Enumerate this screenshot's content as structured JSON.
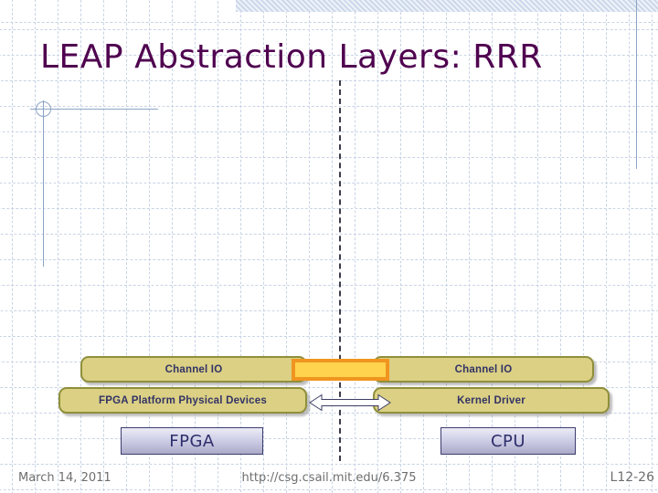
{
  "slide": {
    "title": "LEAP Abstraction Layers: RRR"
  },
  "diagram": {
    "fpga_side": {
      "channel_io": "Channel IO",
      "platform_layer": "FPGA Platform Physical Devices",
      "hardware": "FPGA"
    },
    "cpu_side": {
      "channel_io": "Channel IO",
      "platform_layer": "Kernel Driver",
      "hardware": "CPU"
    },
    "icons": {
      "platform_link": "bidirectional-arrow",
      "channel_link": "highlighted-bus-connector"
    }
  },
  "footer": {
    "date": "March 14, 2011",
    "url": "http://csg.csail.mit.edu/6.375",
    "slide_number": "L12-26"
  },
  "colors": {
    "title_color": "#4F014F",
    "layer_fill": "#DBD084",
    "layer_border": "#8F8F3B",
    "layer_text": "#333366",
    "hw_fill": "#CFCFE8",
    "hw_border": "#3C3C6E",
    "hw_text": "#2E2E6B",
    "connector_fill": "#FFD34D",
    "connector_border": "#F0951F",
    "arrow_outline": "#3C3C64",
    "ornament_line": "#8BA3C4",
    "hatch_band": "#CCD8EA",
    "boundary_line": "#3A3A4A",
    "footer_text": "#6E6E6E",
    "grid_line": "#C7D2E4"
  }
}
